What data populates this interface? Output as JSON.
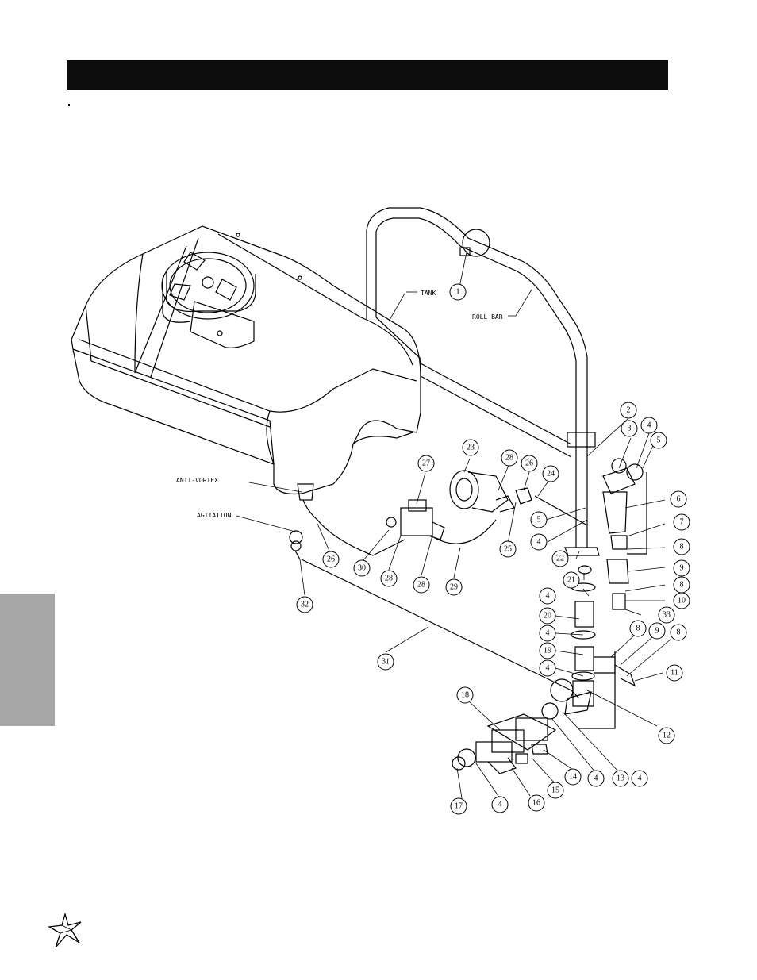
{
  "header": {
    "title": ""
  },
  "labels": {
    "tank": "TANK",
    "roll_bar": "ROLL BAR",
    "anti_vortex": "ANTI-VORTEX",
    "agitation": "AGITATION"
  },
  "callouts": [
    "1",
    "2",
    "3",
    "4",
    "5",
    "6",
    "7",
    "8",
    "9",
    "10",
    "11",
    "12",
    "13",
    "14",
    "15",
    "16",
    "17",
    "18",
    "19",
    "20",
    "21",
    "22",
    "23",
    "24",
    "25",
    "26",
    "27",
    "28",
    "29",
    "30",
    "31",
    "32",
    "33"
  ],
  "logo": {
    "icon": "star-logo-icon"
  }
}
